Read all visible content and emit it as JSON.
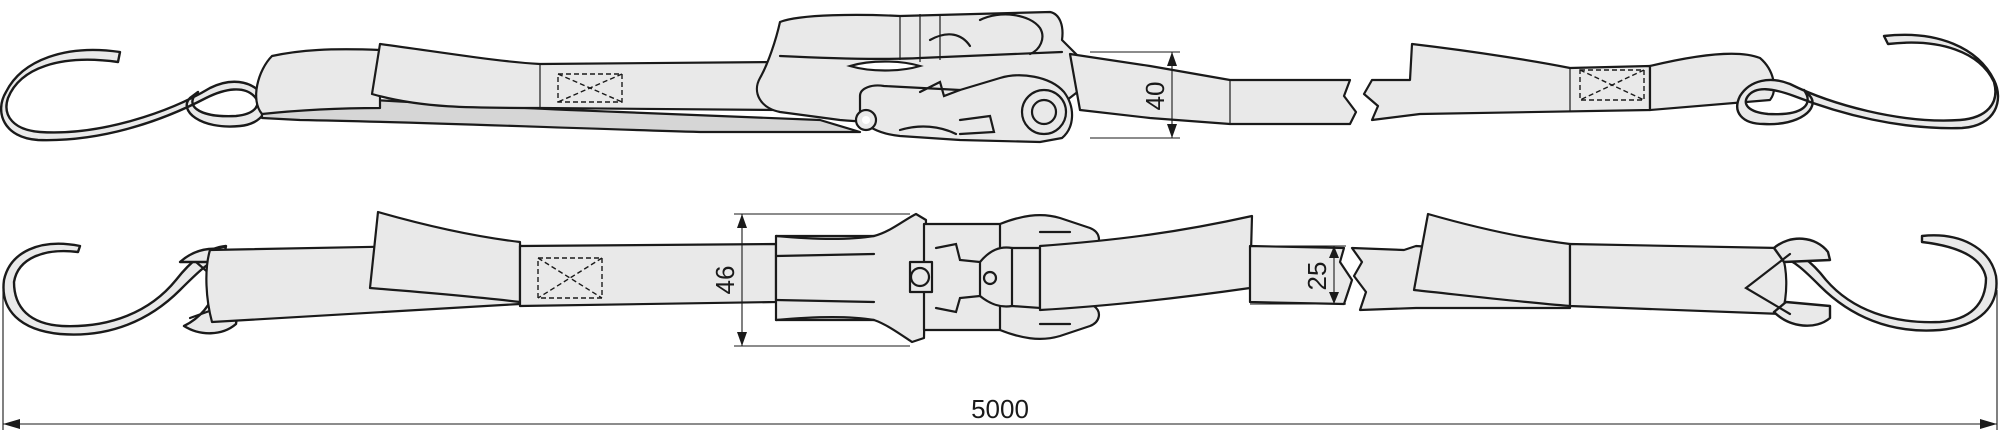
{
  "drawing": {
    "dimensions": {
      "overall_length": "5000",
      "ratchet_width": "46",
      "strap_width": "25",
      "side_height": "40"
    }
  }
}
